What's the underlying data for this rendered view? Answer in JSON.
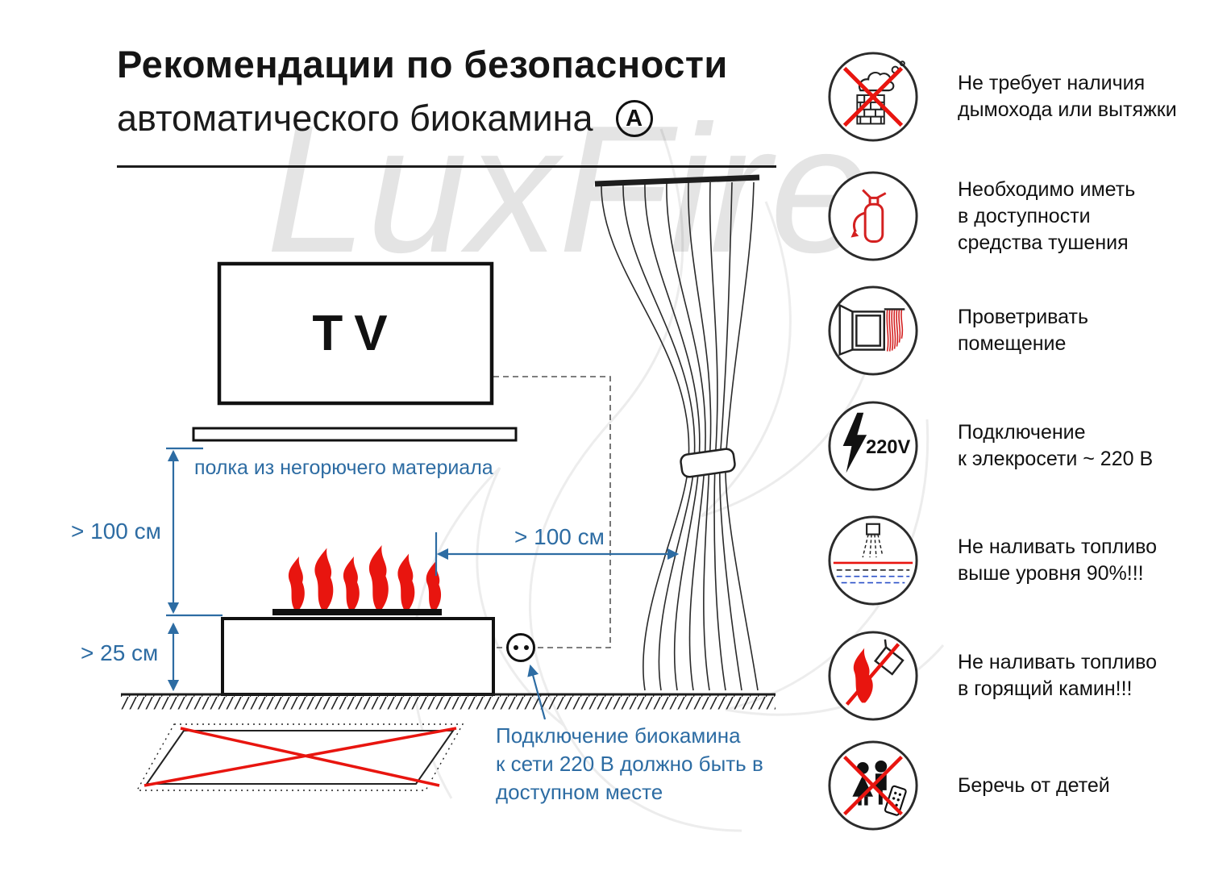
{
  "watermark": "LuxFire",
  "title": {
    "line1": "Рекомендации по безопасности",
    "line2": "автоматического биокамина",
    "badge": "A"
  },
  "diagram": {
    "tv_label": "TV",
    "shelf_label": "полка из негорючего материала",
    "dim_shelf_height": "> 100 см",
    "dim_curtain_distance": "> 100 см",
    "dim_floor_height": "> 25 см",
    "outlet_note": "Подключение биокамина\nк сети 220 В должно быть в\nдоступном месте"
  },
  "safety_items": [
    {
      "icon": "no-chimney-icon",
      "label": "Не требует наличия\nдымохода или вытяжки"
    },
    {
      "icon": "fire-extinguisher-icon",
      "label": "Необходимо иметь\nв доступности\nсредства тушения"
    },
    {
      "icon": "ventilation-icon",
      "label": "Проветривать\nпомещение"
    },
    {
      "icon": "power-220v-icon",
      "label": "Подключение\nк элекросети ~ 220 В",
      "badge": "220V"
    },
    {
      "icon": "fuel-level-icon",
      "label": "Не наливать топливо\nвыше уровня 90%!!!"
    },
    {
      "icon": "no-refuel-burning-icon",
      "label": "Не наливать топливо\nв горящий камин!!!"
    },
    {
      "icon": "keep-from-children-icon",
      "label": "Беречь от детей"
    }
  ],
  "colors": {
    "accent_blue": "#2d6ca3",
    "danger_red": "#e8150f",
    "line_black": "#222222"
  }
}
